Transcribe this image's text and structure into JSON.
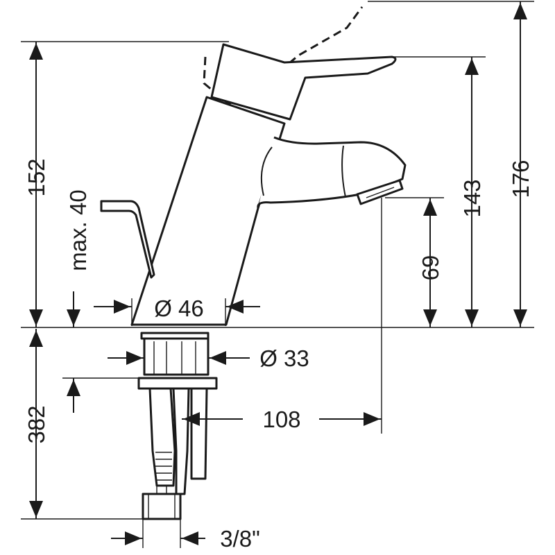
{
  "drawing": {
    "dimensions": {
      "overall_height": "176",
      "spout_height": "143",
      "body_height": "152",
      "spout_clearance": "69",
      "max_thickness": "max. 40",
      "base_diameter": "Ø 46",
      "shank_diameter": "Ø 33",
      "spout_reach": "108",
      "hose_length": "382",
      "connection_size": "3/8\""
    }
  }
}
